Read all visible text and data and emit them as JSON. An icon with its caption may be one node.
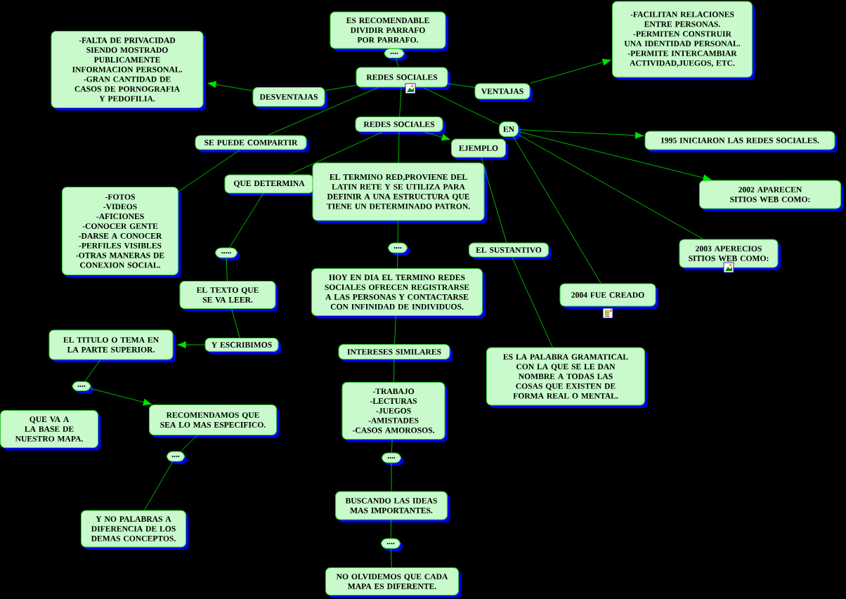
{
  "diagram": {
    "nodes": [
      {
        "text": [
          "ES RECOMENDABLE DIVIDIR PARRAFO POR PARRAFO."
        ]
      },
      {
        "text": [
          "...."
        ]
      },
      {
        "text": [
          "REDES SOCIALES"
        ]
      },
      {
        "text": [
          "DESVENTAJAS"
        ]
      },
      {
        "text": [
          "-FALTA DE PRIVACIDAD SIENDO MOSTRADO PUBLICAMENTE INFORMACION PERSONAL.",
          "-GRAN CANTIDAD DE CASOS DE PORNOGRAFIA Y PEDOFILIA."
        ]
      },
      {
        "text": [
          "VENTAJAS"
        ]
      },
      {
        "text": [
          "-FACILITAN RELACIONES ENTRE PERSONAS.",
          "-PERMITEN CONSTRUIR UNA IDENTIDAD PERSONAL.",
          "-PERMITE INTERCAMBIAR ACTIVIDAD,JUEGOS, ETC."
        ]
      },
      {
        "text": [
          "SE PUEDE COMPARTIR"
        ]
      },
      {
        "text": [
          "REDES SOCIALES"
        ]
      },
      {
        "text": [
          "EN"
        ]
      },
      {
        "text": [
          "EJEMPLO"
        ]
      },
      {
        "text": [
          "1995 INICIARON LAS REDES SOCIALES."
        ]
      },
      {
        "text": [
          "-FOTOS",
          "-VIDEOS",
          "-AFICIONES",
          "-CONOCER GENTE",
          "-DARSE A CONOCER",
          "-PERFILES VISIBLES",
          "-OTRAS MANERAS DE CONEXION SOCIAL."
        ]
      },
      {
        "text": [
          "QUE DETERMINA"
        ]
      },
      {
        "text": [
          "EL TERMINO RED,PROVIENE DEL LATIN RETE Y SE UTILIZA PARA DEFINIR A UNA ESTRUCTURA QUE TIENE UN DETERMINADO PATRON."
        ]
      },
      {
        "text": [
          "2002 APARECEN SITIOS WEB COMO:"
        ]
      },
      {
        "text": [
          "....."
        ]
      },
      {
        "text": [
          "...."
        ]
      },
      {
        "text": [
          "EL SUSTANTIVO"
        ]
      },
      {
        "text": [
          "2003 APERECIOS SITIOS WEB COMO:"
        ]
      },
      {
        "text": [
          "EL TEXTO QUE SE VA LEER."
        ]
      },
      {
        "text": [
          "HOY EN DIA EL TERMINO REDES SOCIALES OFRECEN REGISTRARSE A LAS PERSONAS Y CONTACTARSE CON INFINIDAD DE INDIVIDUOS."
        ]
      },
      {
        "text": [
          "2004 FUE CREADO"
        ]
      },
      {
        "text": [
          "EL TITULO O TEMA EN LA PARTE SUPERIOR."
        ]
      },
      {
        "text": [
          "Y ESCRIBIMOS"
        ]
      },
      {
        "text": [
          "INTERESES SIMILARES"
        ]
      },
      {
        "text": [
          "ES LA PALABRA GRAMATICAL CON LA QUE SE LE DAN NOMBRE A TODAS LAS COSAS QUE EXISTEN DE FORMA REAL O MENTAL."
        ]
      },
      {
        "text": [
          "...."
        ]
      },
      {
        "text": [
          "-TRABAJO",
          "-LECTURAS",
          "-JUEGOS",
          "-AMISTADES",
          "-CASOS AMOROSOS."
        ]
      },
      {
        "text": [
          "QUE VA A LA BASE DE NUESTRO MAPA."
        ]
      },
      {
        "text": [
          "RECOMENDAMOS QUE SEA LO MAS ESPECIFICO."
        ]
      },
      {
        "text": [
          "...."
        ]
      },
      {
        "text": [
          "...."
        ]
      },
      {
        "text": [
          "BUSCANDO LAS IDEAS MAS IMPORTANTES."
        ]
      },
      {
        "text": [
          "Y NO PALABRAS A DIFERENCIA DE LOS DEMAS CONCEPTOS."
        ]
      },
      {
        "text": [
          "...."
        ]
      },
      {
        "text": [
          "NO OLVIDEMOS QUE CADA MAPA ES DIFERENTE."
        ]
      }
    ],
    "edges": [
      {
        "from": 2,
        "to": 1,
        "arrow": "none"
      },
      {
        "from": 2,
        "to": 3,
        "arrow": "none"
      },
      {
        "from": 3,
        "to": 4,
        "arrow": "to"
      },
      {
        "from": 2,
        "to": 5,
        "arrow": "none"
      },
      {
        "from": 5,
        "to": 6,
        "arrow": "to"
      },
      {
        "from": 2,
        "to": 7,
        "arrow": "none"
      },
      {
        "from": 7,
        "to": 12,
        "arrow": "none"
      },
      {
        "from": 2,
        "to": 8,
        "arrow": "none"
      },
      {
        "from": 2,
        "to": 9,
        "arrow": "none"
      },
      {
        "from": 9,
        "to": 11,
        "arrow": "to"
      },
      {
        "from": 9,
        "to": 15,
        "arrow": "to"
      },
      {
        "from": 9,
        "to": 22,
        "arrow": "none"
      },
      {
        "from": 9,
        "to": 19,
        "arrow": "none"
      },
      {
        "from": 8,
        "to": 10,
        "arrow": "to"
      },
      {
        "from": 8,
        "to": 13,
        "arrow": "none"
      },
      {
        "from": 8,
        "to": 14,
        "arrow": "none"
      },
      {
        "from": 10,
        "to": 18,
        "arrow": "none"
      },
      {
        "from": 18,
        "to": 26,
        "arrow": "none"
      },
      {
        "from": 13,
        "to": 16,
        "arrow": "none"
      },
      {
        "from": 16,
        "to": 20,
        "arrow": "none"
      },
      {
        "from": 20,
        "to": 24,
        "arrow": "none"
      },
      {
        "from": 24,
        "to": 23,
        "arrow": "to"
      },
      {
        "from": 23,
        "to": 27,
        "arrow": "none"
      },
      {
        "from": 27,
        "to": 30,
        "arrow": "to"
      },
      {
        "from": 30,
        "to": 31,
        "arrow": "none"
      },
      {
        "from": 31,
        "to": 34,
        "arrow": "none"
      },
      {
        "from": 14,
        "to": 17,
        "arrow": "none"
      },
      {
        "from": 17,
        "to": 21,
        "arrow": "none"
      },
      {
        "from": 21,
        "to": 25,
        "arrow": "none"
      },
      {
        "from": 25,
        "to": 28,
        "arrow": "none"
      },
      {
        "from": 28,
        "to": 32,
        "arrow": "none"
      },
      {
        "from": 32,
        "to": 33,
        "arrow": "none"
      },
      {
        "from": 33,
        "to": 35,
        "arrow": "none"
      },
      {
        "from": 35,
        "to": 36,
        "arrow": "none"
      }
    ]
  }
}
